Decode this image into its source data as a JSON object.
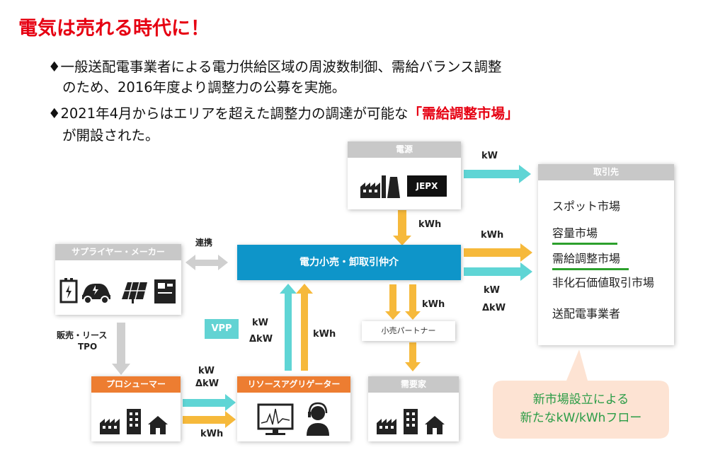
{
  "title": "電気は売れる時代に！",
  "bullets": [
    {
      "text": "♦一般送配電事業者による電力供給区域の周波数制御、需給バランス調整"
    },
    {
      "text": "のため、2016年度より調整力の公募を実施。"
    },
    {
      "pre": "♦2021年4月からはエリアを超えた調整力の調達が可能な",
      "highlight": "「需給調整市場」"
    },
    {
      "text": "が開設された。"
    }
  ],
  "nodes": {
    "power_source": {
      "title": "電源",
      "jepx": "JEPX"
    },
    "supplier": {
      "title": "サプライヤー・メーカー"
    },
    "central": {
      "title": "電力小売・卸取引仲介"
    },
    "partner": {
      "title": "小売パートナー"
    },
    "consumer": {
      "title": "需要家"
    },
    "prosumer": {
      "title": "プロシューマー"
    },
    "aggregator": {
      "title": "リソースアグリゲーター"
    },
    "vpp": {
      "title": "VPP"
    },
    "trading": {
      "title": "取引先",
      "items": [
        "スポット市場",
        "容量市場",
        "需給調整市場",
        "非化石価値取引市場",
        "送配電事業者"
      ]
    }
  },
  "labels": {
    "kw_top": "kW",
    "kwh_down": "kWh",
    "kwh_right": "kWh",
    "kw_right": "kW",
    "dkw_right": "ΔkW",
    "renkei": "連携",
    "kw_vpp": "kW",
    "dkw_vpp": "ΔkW",
    "kwh_up": "kWh",
    "kwh_partner": "kWh",
    "sales_lease": "販売・リース",
    "tpo": "TPO",
    "kw_bottom": "kW",
    "dkw_bottom": "ΔkW",
    "kwh_bottom": "kWh"
  },
  "callout": {
    "line1": "新市場設立による",
    "line2": "新たなkW/kWhフロー"
  },
  "colors": {
    "title_red": "#e60012",
    "header_gray": "#c8c8c8",
    "central_blue": "#0e95c9",
    "orange_header": "#ed7d31",
    "arrow_cyan": "#5fd5d5",
    "arrow_yellow": "#f6b93b",
    "arrow_gray": "#cfcfcf",
    "vpp_cyan": "#62d3d3",
    "underline_green": "#2ca02c",
    "callout_bg": "#fde3d3",
    "callout_text": "#2a9c46"
  }
}
